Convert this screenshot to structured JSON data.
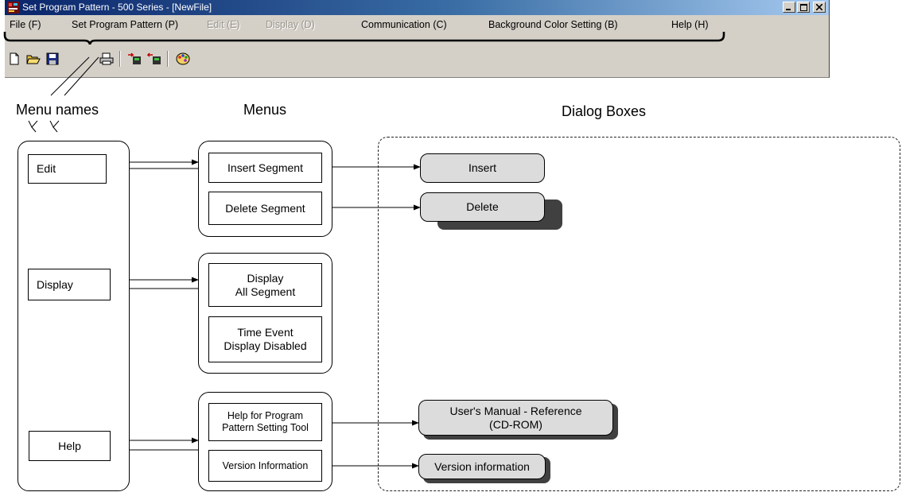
{
  "window": {
    "title": "Set Program Pattern - 500 Series - [NewFile]",
    "menu": [
      {
        "label": "File (F)",
        "enabled": true
      },
      {
        "label": "Set Program Pattern (P)",
        "enabled": true
      },
      {
        "label": "Edit (E)",
        "enabled": false
      },
      {
        "label": "Display (D)",
        "enabled": false
      },
      {
        "label": "Communication (C)",
        "enabled": true
      },
      {
        "label": "Background Color Setting (B)",
        "enabled": true
      },
      {
        "label": "Help (H)",
        "enabled": true
      }
    ],
    "toolbar": [
      "new-file-icon",
      "open-folder-icon",
      "save-disk-icon",
      "print-icon",
      "download-icon",
      "upload-icon",
      "color-palette-icon"
    ]
  },
  "headings": {
    "menu_names": "Menu names",
    "menus": "Menus",
    "dialog_boxes": "Dialog Boxes"
  },
  "menu_names": [
    "Edit",
    "Display",
    "Help"
  ],
  "menus": {
    "edit": [
      "Insert Segment",
      "Delete Segment"
    ],
    "display": [
      "Display\nAll Segment",
      "Time Event\nDisplay Disabled"
    ],
    "help": [
      "Help for Program\nPattern Setting Tool",
      "Version Information"
    ]
  },
  "dialogs": [
    "Insert",
    "Delete",
    "User's Manual - Reference\n(CD-ROM)",
    "Version information"
  ]
}
